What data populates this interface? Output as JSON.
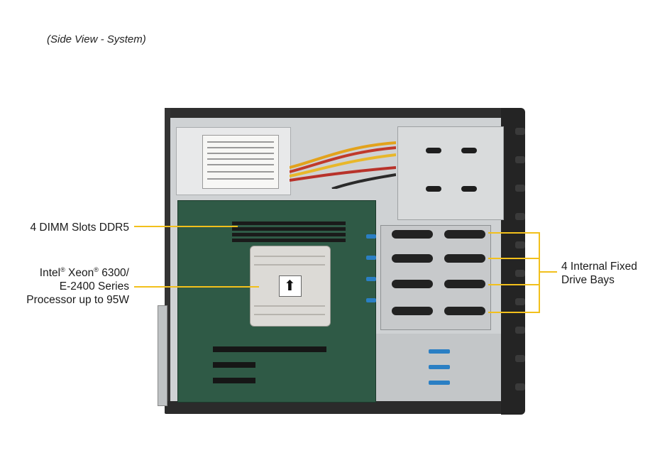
{
  "caption": "(Side View - System)",
  "callouts": {
    "dimm": "4 DIMM Slots DDR5",
    "cpu_line1_a": "Intel",
    "cpu_line1_reg1": "®",
    "cpu_line1_b": " Xeon",
    "cpu_line1_reg2": "®",
    "cpu_line1_c": " 6300/",
    "cpu_line2": "E-2400 Series",
    "cpu_line3": "Processor up to 95W",
    "bays_line1": "4 Internal Fixed",
    "bays_line2": "Drive Bays"
  },
  "colors": {
    "callout_line": "#f2c01c",
    "board": "#2f5a46",
    "chassis_frame": "#2b2b2b"
  }
}
